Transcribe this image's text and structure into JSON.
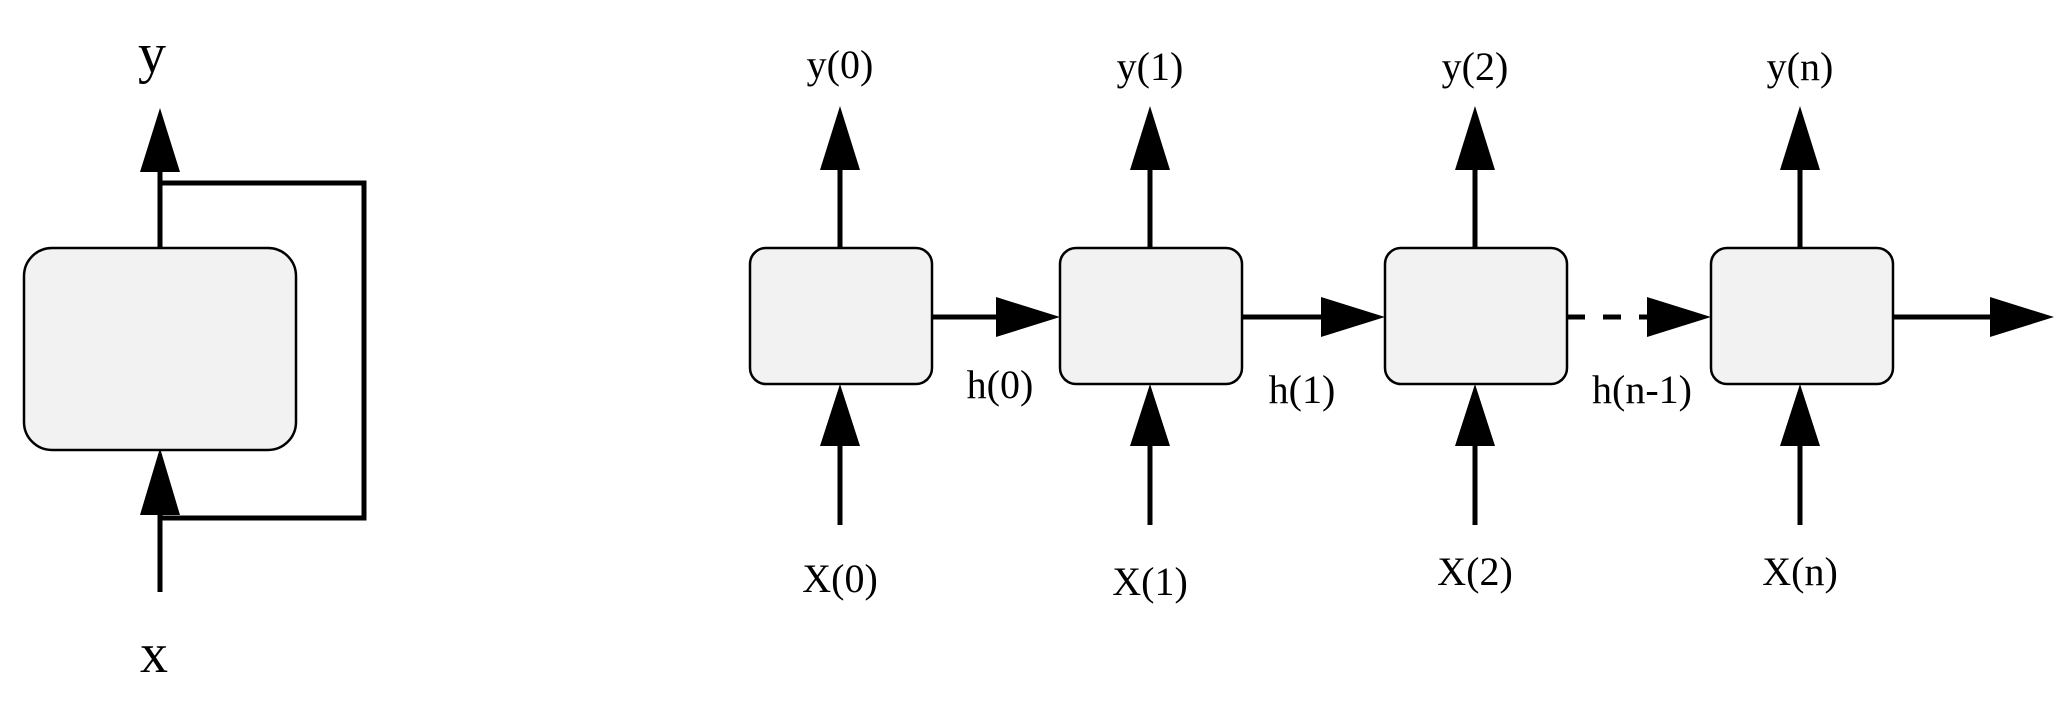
{
  "folded": {
    "output_label": "y",
    "input_label": "x"
  },
  "unrolled": {
    "outputs": [
      "y(0)",
      "y(1)",
      "y(2)",
      "y(n)"
    ],
    "inputs": [
      "X(0)",
      "X(1)",
      "X(2)",
      "X(n)"
    ],
    "hidden": [
      "h(0)",
      "h(1)",
      "h(n-1)"
    ]
  },
  "colors": {
    "cell_fill": "#f2f2f2",
    "stroke": "#000000"
  }
}
